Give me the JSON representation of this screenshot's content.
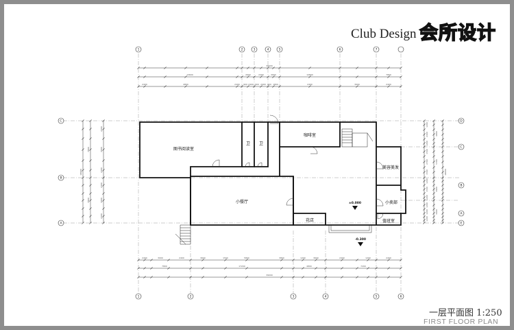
{
  "header": {
    "title_en": "Club Design",
    "title_cn": "会所设计"
  },
  "plan": {
    "title_cn": "一层平面图 1:250",
    "title_en": "FIRST FLOOR PLAN"
  },
  "rooms": {
    "library": "图书阅读室",
    "toilet_1": "卫",
    "toilet_2": "卫",
    "cafe": "咖啡室",
    "small_dining": "小餐厅",
    "salon": "美容美发",
    "shop": "小卖部",
    "florist": "花店",
    "lounge": "值班室"
  },
  "levels": {
    "floor": "±0.000",
    "outdoor": "-0.300"
  },
  "grid_labels": {
    "top": [
      "1",
      "2",
      "3",
      "4",
      "5",
      "6",
      "7"
    ],
    "bottom": [
      "1",
      "2",
      "3",
      "4",
      "5",
      "6"
    ],
    "left": [
      "C",
      "B",
      "A"
    ],
    "right": [
      "D",
      "C",
      "B",
      "A",
      "E"
    ]
  },
  "dimensions": {
    "top_overall": "39000",
    "top_segments": [
      "13600",
      "2600",
      "2400",
      "2600",
      "12800",
      "7800"
    ],
    "top_detail": [
      "2400",
      "4800",
      "2400",
      "900",
      "2400",
      "900",
      "2400",
      "900",
      "1800",
      "2400",
      "3600",
      "2400"
    ],
    "bottom_overall": "39000",
    "bottom_segments": [
      "7800",
      "17200",
      "4800",
      "7200"
    ],
    "bottom_detail": [
      "2400",
      "3000",
      "2400",
      "3600",
      "1500",
      "5800",
      "3800",
      "1200",
      "3600",
      "2400",
      "1200",
      "2400"
    ],
    "left_overall": "18000",
    "left_segments": [
      "7800",
      "7800"
    ],
    "left_detail": [
      "2400",
      "3000",
      "2400",
      "2400",
      "3000",
      "2400"
    ],
    "right_overall": "18000",
    "right_segments": [
      "4800",
      "5700",
      "3900",
      "3600"
    ],
    "right_detail": [
      "1200",
      "2400",
      "1200",
      "1500",
      "2700",
      "1500",
      "1200",
      "1500",
      "1200",
      "1200",
      "1200",
      "1200"
    ]
  }
}
